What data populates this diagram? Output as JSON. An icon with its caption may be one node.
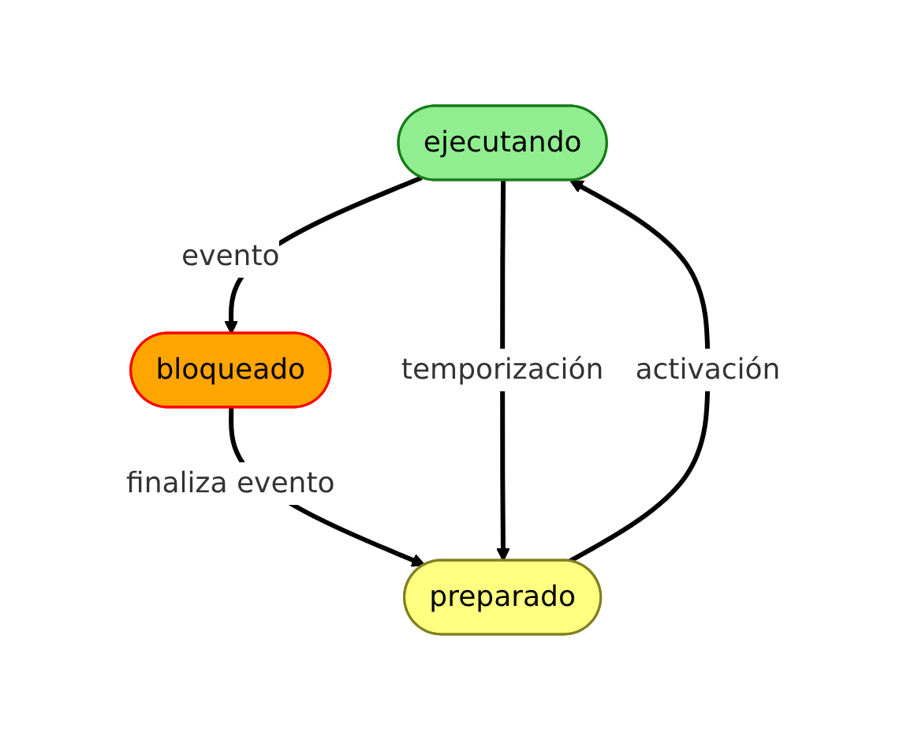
{
  "diagram": {
    "nodes": [
      {
        "text": [
          "ejecutando"
        ]
      },
      {
        "text": [
          "preparado"
        ]
      },
      {
        "text": [
          "bloqueado"
        ]
      }
    ],
    "edges": [
      {
        "from": 0,
        "to": 2,
        "arrow": "to",
        "label": "evento"
      },
      {
        "from": 2,
        "to": 1,
        "arrow": "to",
        "label": "finaliza evento"
      },
      {
        "from": 1,
        "to": 0,
        "arrow": "to",
        "label": "activación"
      },
      {
        "from": 0,
        "to": 1,
        "arrow": "to",
        "label": "temporización"
      }
    ]
  }
}
